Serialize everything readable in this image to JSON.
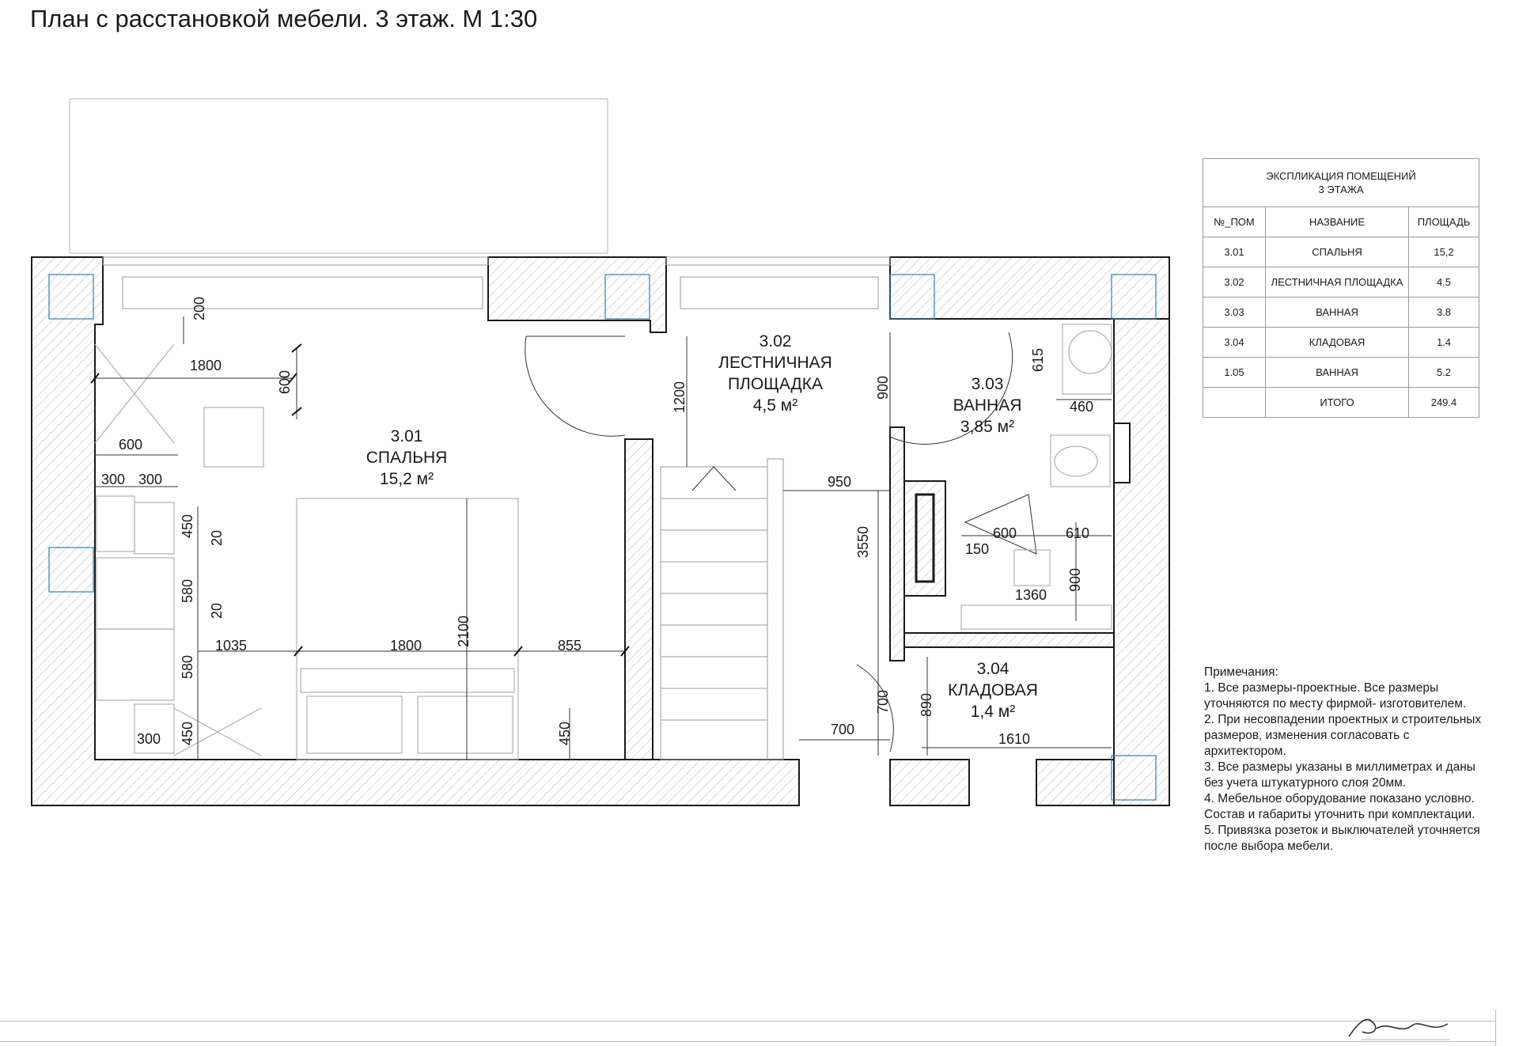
{
  "title": "План с расстановкой мебели. 3 этаж. М 1:30",
  "rooms": {
    "r301": {
      "num": "3.01",
      "name": "СПАЛЬНЯ",
      "area": "15,2 м²"
    },
    "r302": {
      "num": "3.02",
      "name1": "ЛЕСТНИЧНАЯ",
      "name2": "ПЛОЩАДКА",
      "area": "4,5 м²"
    },
    "r303": {
      "num": "3.03",
      "name": "ВАННАЯ",
      "area": "3,85 м²"
    },
    "r304": {
      "num": "3.04",
      "name": "КЛАДОВАЯ",
      "area": "1,4 м²"
    }
  },
  "dimensions": {
    "d200": "200",
    "d1800top": "1800",
    "d600v": "600",
    "d600h": "600",
    "d300a": "300",
    "d300b": "300",
    "d450a": "450",
    "d20a": "20",
    "d580a": "580",
    "d20b": "20",
    "d580b": "580",
    "d450b": "450",
    "d300c": "300",
    "d1035": "1035",
    "d1800bed": "1800",
    "d2100": "2100",
    "d855": "855",
    "d450c": "450",
    "d1200": "1200",
    "d900a": "900",
    "d950": "950",
    "d3550": "3550",
    "d615": "615",
    "d460": "460",
    "d600b": "600",
    "d610": "610",
    "d150": "150",
    "d900b": "900",
    "d1360": "1360",
    "d700a": "700",
    "d700b": "700",
    "d890": "890",
    "d1610": "1610"
  },
  "explication": {
    "title1": "ЭКСПЛИКАЦИЯ ПОМЕЩЕНИЙ",
    "title2": "3 ЭТАЖА",
    "headers": [
      "№_ПОМ",
      "НАЗВАНИЕ",
      "ПЛОЩАДЬ"
    ],
    "rows": [
      {
        "num": "3.01",
        "name": "СПАЛЬНЯ",
        "area": "15,2"
      },
      {
        "num": "3.02",
        "name": "ЛЕСТНИЧНАЯ ПЛОЩАДКА",
        "area": "4.5"
      },
      {
        "num": "3.03",
        "name": "ВАННАЯ",
        "area": "3.8"
      },
      {
        "num": "3.04",
        "name": "КЛАДОВАЯ",
        "area": "1.4"
      },
      {
        "num": "1.05",
        "name": "ВАННАЯ",
        "area": "5.2"
      }
    ],
    "total_label": "ИТОГО",
    "total_value": "249.4"
  },
  "notes": {
    "heading": "Примечания:",
    "lines": [
      "1. Все размеры-проектные. Все размеры",
      "уточняются по месту фирмой- изготовителем.",
      "2. При несовпадении проектных и строительных",
      "размеров, изменения согласовать с",
      "архитектором.",
      "3. Все размеры указаны в миллиметрах и даны",
      "без учета штукатурного слоя 20мм.",
      "4. Мебельное оборудование показано условно.",
      "Состав и габариты уточнить при комплектации.",
      "5. Привязка розеток и выключателей уточняется",
      "после выбора мебели."
    ]
  },
  "colors": {
    "wall_stroke": "#1a1a1a",
    "column": "#2b7fbd",
    "hatch": "#bcbcbc"
  },
  "icons": {
    "logo": "signature-logo-icon"
  }
}
